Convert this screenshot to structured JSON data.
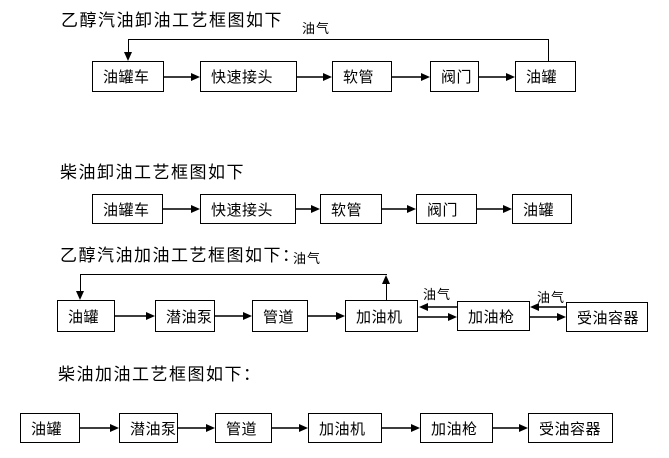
{
  "colors": {
    "background": "#ffffff",
    "text": "#000000",
    "box_border": "#000000",
    "line": "#3d3d3d",
    "arrowhead": "#000000"
  },
  "diagrams": [
    {
      "title": "乙醇汽油卸油工艺框图如下",
      "vapor_label": "油气",
      "nodes": [
        "油罐车",
        "快速接头",
        "软管",
        "阀门",
        "油罐"
      ]
    },
    {
      "title": "柴油卸油工艺框图如下",
      "nodes": [
        "油罐车",
        "快速接头",
        "软管",
        "阀门",
        "油罐"
      ]
    },
    {
      "title": "乙醇汽油加油工艺框图如下：",
      "vapor_label_title": "油气",
      "vapor_label_nozzle": "油气",
      "vapor_label_container": "油气",
      "nodes": [
        "油罐",
        "潜油泵",
        "管道",
        "加油机",
        "加油枪",
        "受油容器"
      ]
    },
    {
      "title": "柴油加油工艺框图如下：",
      "nodes": [
        "油罐",
        "潜油泵",
        "管道",
        "加油机",
        "加油枪",
        "受油容器"
      ]
    }
  ]
}
